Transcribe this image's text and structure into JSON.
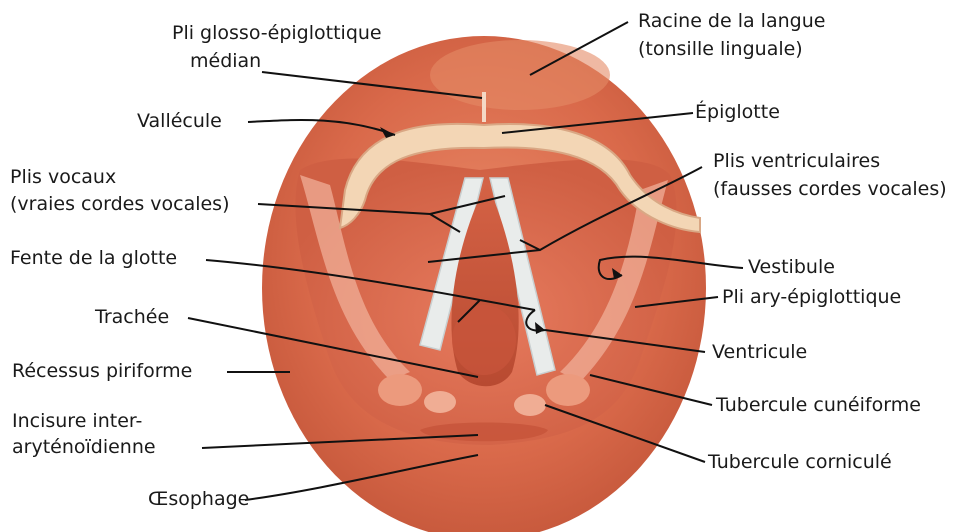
{
  "labels": {
    "pli_glosso_1": "Pli glosso-épiglottique",
    "pli_glosso_2": "médian",
    "vallecule": "Vallécule",
    "plis_vocaux_1": "Plis vocaux",
    "plis_vocaux_2": "(vraies cordes vocales)",
    "fente_glotte": "Fente de la glotte",
    "trachee": "Trachée",
    "recessus": "Récessus piriforme",
    "incisure_1": "Incisure inter-",
    "incisure_2": "aryténoïdienne",
    "oesophage": "Œsophage",
    "racine_1": "Racine de la langue",
    "racine_2": "(tonsille linguale)",
    "epiglotte": "Épiglotte",
    "plis_vent_1": "Plis ventriculaires",
    "plis_vent_2": "(fausses cordes vocales)",
    "vestibule": "Vestibule",
    "pli_ary": "Pli ary-épiglottique",
    "ventricule": "Ventricule",
    "tub_cuneiforme": "Tubercule cunéiforme",
    "tub_cornicule": "Tubercule corniculé"
  }
}
